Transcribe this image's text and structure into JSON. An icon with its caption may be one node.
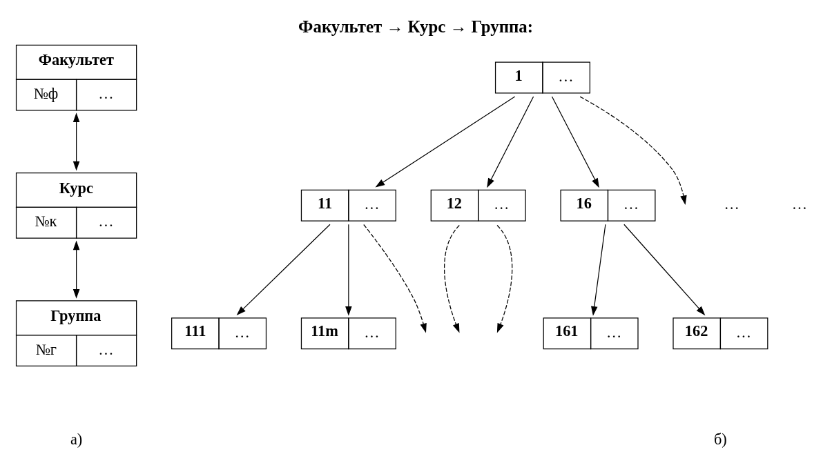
{
  "diagram": {
    "title": "Факультет → Курс → Группа:",
    "nodes": [
      {
        "text": [
          "Факультет",
          "№ф",
          "…"
        ]
      },
      {
        "text": [
          "Курс",
          "№к",
          "…"
        ]
      },
      {
        "text": [
          "Группа",
          "№г",
          "…"
        ]
      },
      {
        "text": [
          "1",
          "…"
        ]
      },
      {
        "text": [
          "11",
          "…"
        ]
      },
      {
        "text": [
          "12",
          "…"
        ]
      },
      {
        "text": [
          "16",
          "…"
        ]
      },
      {
        "text": [
          "111",
          "…"
        ]
      },
      {
        "text": [
          "11m",
          "…"
        ]
      },
      {
        "text": [
          "161",
          "…"
        ]
      },
      {
        "text": [
          "162",
          "…"
        ]
      }
    ],
    "edges": [
      {
        "from": 0,
        "to": 1,
        "arrow": "both"
      },
      {
        "from": 1,
        "to": 2,
        "arrow": "both"
      },
      {
        "from": 3,
        "to": 4,
        "arrow": "to"
      },
      {
        "from": 3,
        "to": 5,
        "arrow": "to"
      },
      {
        "from": 3,
        "to": null,
        "arrow": "to",
        "style": "dashed"
      },
      {
        "from": 3,
        "to": 6,
        "arrow": "to"
      },
      {
        "from": 4,
        "to": 7,
        "arrow": "to"
      },
      {
        "from": 4,
        "to": null,
        "arrow": "to",
        "style": "dashed"
      },
      {
        "from": 4,
        "to": 8,
        "arrow": "to"
      },
      {
        "from": 5,
        "to": null,
        "arrow": "to",
        "style": "dashed"
      },
      {
        "from": 5,
        "to": null,
        "arrow": "to",
        "style": "dashed"
      },
      {
        "from": 6,
        "to": 9,
        "arrow": "to"
      },
      {
        "from": 6,
        "to": 10,
        "arrow": "to"
      }
    ],
    "labels": [
      "…",
      "…",
      "а)",
      "б)"
    ]
  }
}
